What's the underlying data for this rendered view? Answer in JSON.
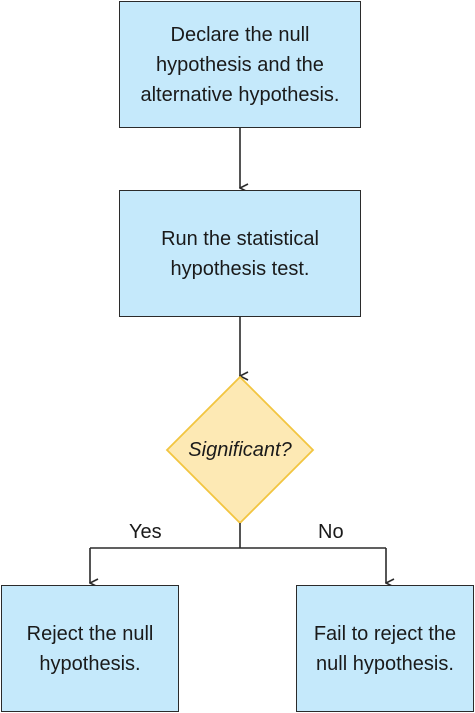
{
  "flowchart": {
    "steps": {
      "declare": "Declare the null\nhypothesis and the\nalternative hypothesis.",
      "run": "Run the statistical\nhypothesis test.",
      "reject": "Reject the null\nhypothesis.",
      "fail": "Fail to reject the\nnull hypothesis."
    },
    "decision": "Significant?",
    "branches": {
      "yes": "Yes",
      "no": "No"
    }
  },
  "colors": {
    "process_fill": "#c5e9fb",
    "decision_fill": "#fde9b4",
    "decision_stroke": "#f2c540",
    "stroke": "#2b2b2b"
  }
}
